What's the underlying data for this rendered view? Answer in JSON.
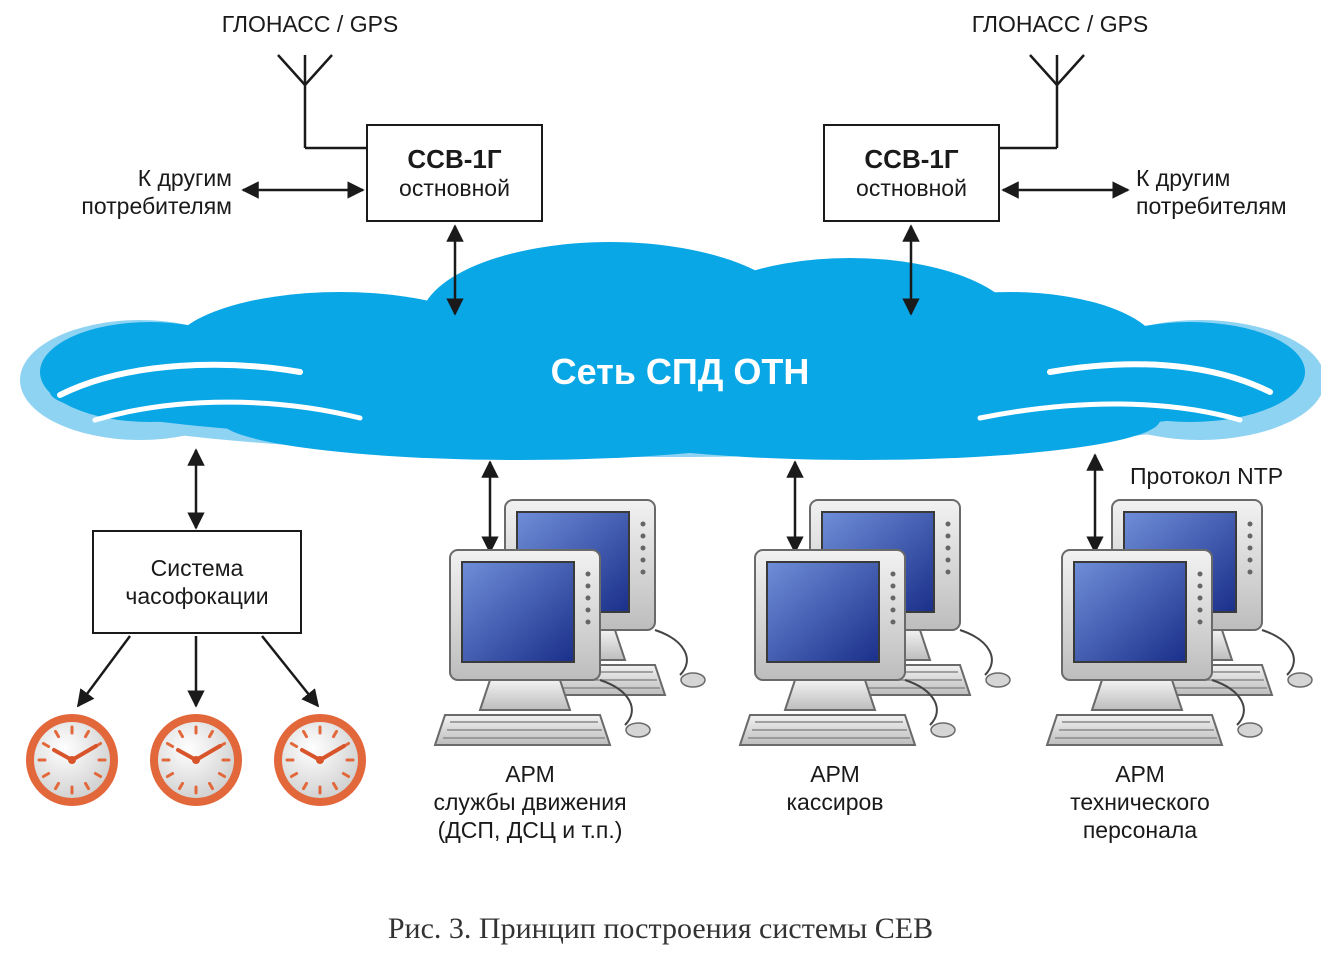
{
  "antenna_left": {
    "label": "ГЛОНАСС / GPS"
  },
  "antenna_right": {
    "label": "ГЛОНАСС / GPS"
  },
  "server_left": {
    "title": "ССВ-1Г",
    "subtitle": "остновной"
  },
  "server_right": {
    "title": "ССВ-1Г",
    "subtitle": "остновной"
  },
  "consumers_left": {
    "line1": "К другим",
    "line2": "потребителям"
  },
  "consumers_right": {
    "line1": "К другим",
    "line2": "потребителям"
  },
  "network": {
    "label": "Сеть СПД ОТН"
  },
  "protocol": {
    "label": "Протокол NTP"
  },
  "clock_system": {
    "line1": "Система",
    "line2": "часофокации"
  },
  "workstations": [
    {
      "line1": "АРМ",
      "line2": "службы движения",
      "line3": "(ДСП, ДСЦ и т.п.)"
    },
    {
      "line1": "АРМ",
      "line2": "кассиров",
      "line3": ""
    },
    {
      "line1": "АРМ",
      "line2": "технического",
      "line3": "персонала"
    }
  ],
  "caption": "Рис. 3. Принцип построения системы СЕВ",
  "colors": {
    "cloud": "#0aa7e6",
    "cloud_edge": "#8fd3f2",
    "clock_ring": "#e2673a",
    "screen": "#1e3aa0",
    "ink": "#1a1a1a"
  }
}
